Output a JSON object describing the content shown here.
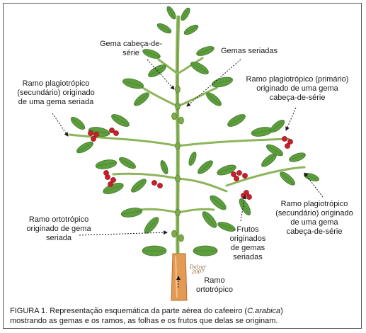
{
  "colors": {
    "leaf": "#5e9e3e",
    "leaf_dark": "#3f7a2a",
    "stem": "#8db55a",
    "fruit": "#c8202a",
    "base": "#e29a54",
    "text": "#1a1a1a"
  },
  "labels": {
    "gema_cabeca": "Gema cabeça-de-\nsérie",
    "gemas_seriadas": "Gemas seriadas",
    "ramo_plagio_sec_left": "Ramo plagiotrópico\n(secundário) originado\nde uma gema seriada",
    "ramo_plagio_prim": "Ramo plagiotrópico (primário)\noriginado de uma gema\ncabeça-de-série",
    "ramo_orto_gema": "Ramo ortotrópico\noriginado de gema\nseriada",
    "frutos": "Frutos\noriginados\nde gemas\nseriadas",
    "ramo_plagio_sec_right": "Ramo plagiotrópico\n(secundário) originado\nde uma gema\ncabeça-de-série",
    "ramo_orto": "Ramo\nortotrópico"
  },
  "signature": {
    "name": "Dalzar",
    "year": "2007"
  },
  "caption": {
    "prefix": "FIGURA 1. Representação esquemática da parte aérea do cafeeiro (",
    "species": "C.arabica",
    "suffix": ")",
    "line2": "mostrando as gemas e os ramos, as folhas e os frutos que delas se originam."
  }
}
